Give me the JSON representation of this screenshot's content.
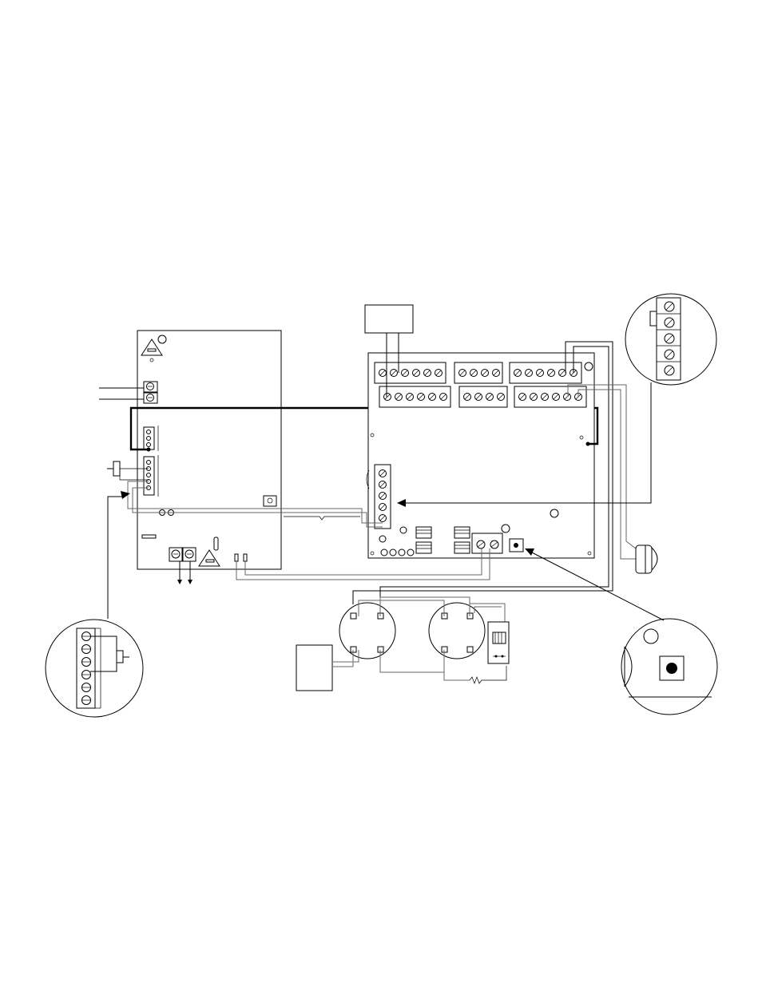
{
  "figure": {
    "type": "wiring-diagram",
    "text_labels": []
  },
  "colors": {
    "line": "#000000",
    "secondary_line": "#666666",
    "background": "#ffffff"
  },
  "components": [
    "power-supply-panel",
    "control-board",
    "top-device-box",
    "detail-callout-top-right",
    "detail-callout-left",
    "detail-callout-bottom-right",
    "smoke-detector-left",
    "smoke-detector-right",
    "end-of-line-relay",
    "bottom-device-box",
    "door-holder-bell"
  ]
}
